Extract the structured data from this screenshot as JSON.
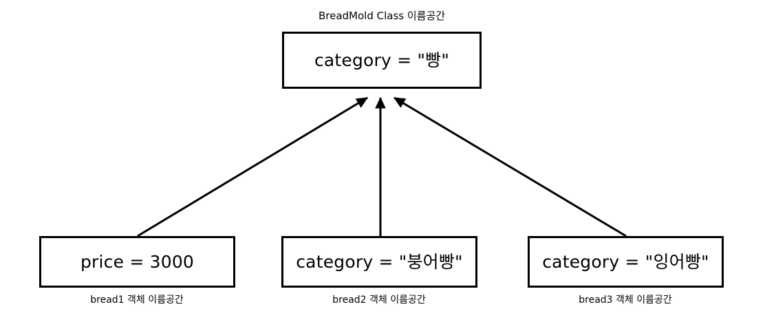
{
  "diagram": {
    "title": "BreadMold Class 이름공간",
    "class_node": {
      "text": "category = \"빵\"",
      "label": "BreadMold Class 이름공간"
    },
    "object_nodes": [
      {
        "text": "price = 3000",
        "caption": "bread1 객체 이름공간"
      },
      {
        "text": "category = \"붕어빵\"",
        "caption": "bread2 객체 이름공간"
      },
      {
        "text": "category = \"잉어빵\"",
        "caption": "bread3 객체 이름공간"
      }
    ],
    "connectors": [
      {
        "name": "bread1-to-class",
        "style": "arrow",
        "direction": "up-right"
      },
      {
        "name": "bread2-to-class",
        "style": "arrow",
        "direction": "up"
      },
      {
        "name": "bread3-to-class",
        "style": "arrow",
        "direction": "up-left"
      }
    ],
    "colors": {
      "background": "#ffffff",
      "stroke": "#000000",
      "text": "#000000",
      "box_fill": "#ffffff"
    }
  }
}
